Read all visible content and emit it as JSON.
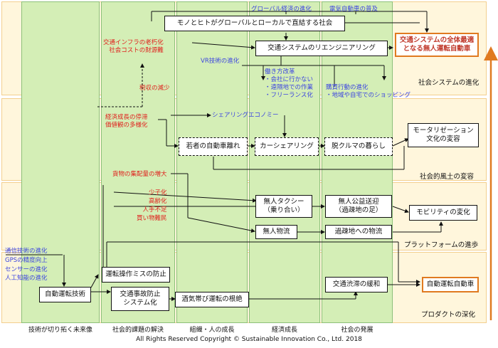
{
  "bands": [
    {
      "label": "社会システムの進化"
    },
    {
      "label": "社会的風土の変容"
    },
    {
      "label": "プラットフォームの進歩"
    },
    {
      "label": "プロダクトの深化"
    }
  ],
  "columns": [
    {
      "label": "技術が切り拓く未来像"
    },
    {
      "label": "社会的課題の解決"
    },
    {
      "label": "組織・人の成長"
    },
    {
      "label": "経済成長"
    },
    {
      "label": "社会の発展"
    }
  ],
  "boxes": {
    "mono_hito": "モノとヒトがグローバルとローカルで直結する社会",
    "reengineering": "交通システムのリエンジニアリング",
    "goal": "交通システムの全体最適\nとなる無人運転自動車",
    "young": "若者の自動車離れ",
    "carshare": "カーシェアリング",
    "decar": "脱クルマの暮らし",
    "motor": "モータリゼーション\n文化の変容",
    "taxi": "無人タクシー\n（乗り合い）",
    "transit": "無人公益送迎\n（過疎地の足）",
    "mobility": "モビリティの変化",
    "unmanned": "無人物流",
    "depop": "過疎地への物流",
    "error": "運転操作ミスの防止",
    "safety": "交通事故防止\nシステム化",
    "drunk": "酒気帯び運転の根絶",
    "congestion": "交通渋滞の緩和",
    "autotech": "自動運転技術",
    "autocar": "自動運転自動車"
  },
  "texts": {
    "global_econ": "グローバル経済の進化",
    "ev": "電気自動車の普及",
    "infra": "交通インフラの老朽化\n社会コストの財源難",
    "vr": "VR技術の進化",
    "tax": "税収の減少",
    "workstyle": "働き方改革\n・会社に行かない\n・遠隔地での作業\n・フリーランス化",
    "shopping": "購買行動の進化\n・地域や自宅でのショッピング",
    "growth": "経済成長の停滞\n価値観の多様化",
    "sharing": "シェアリングエコノミー",
    "cargo": "貨物の集配量の増大",
    "demog": "少子化\n高齢化\n人手不足\n買い物難民",
    "comm": "通信技術の進化",
    "gps": "GPSの精度向上",
    "sensor": "センサーの進化",
    "ai": "人工知能の進化"
  },
  "copyright": "All Rights Reserved  Copyright © Sustainable Innovation  Co., Ltd.  2018",
  "colors": {
    "column_fill": "#d4eeb6",
    "band_fill": "#fff6dc",
    "accent_orange": "#e07a20",
    "red": "#e0211d",
    "blue": "#3b44e0"
  }
}
